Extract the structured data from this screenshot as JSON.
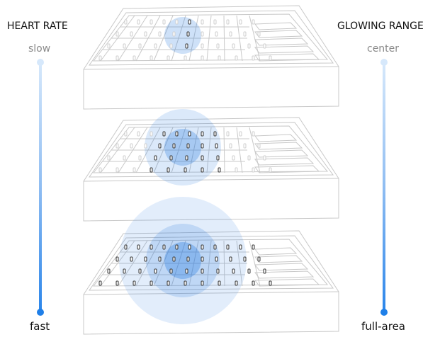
{
  "left_scale": {
    "title": "HEART RATE",
    "top_label": "slow",
    "bottom_label": "fast"
  },
  "right_scale": {
    "title": "GLOWING RANGE",
    "top_label": "center",
    "bottom_label": "full-area"
  },
  "colors": {
    "bar_top": "#d6e8fb",
    "bar_bottom": "#2a85ea",
    "glow": "#1f77e0",
    "line": "#c8c8c8"
  }
}
